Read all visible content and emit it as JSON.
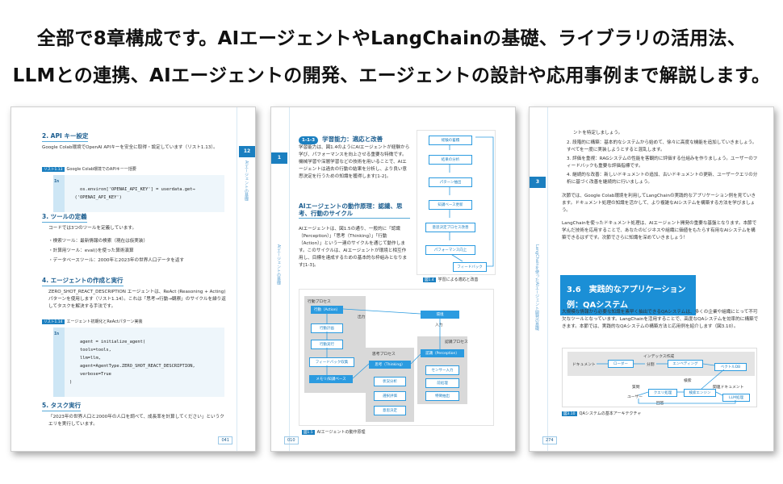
{
  "headline": {
    "line1": "全部で8章構成です。AIエージェントやLangChainの基礎、ライブラリの活用法、",
    "line2": "LLMとの連携、AIエージェントの開発、エージェントの設計や応用事例まで解説します。"
  },
  "page1": {
    "side_tab": "12",
    "side_text": "AIエージェントの基礎",
    "s2_title": "2. API キー設定",
    "s2_body": "Google Colab環境でOpenAI APIキーを安全に取得・設定しています（リスト1.13）。",
    "list13_tag": "リスト1.13",
    "list13_caption": "Google Colab環境でのAPIキー一括要",
    "in_label": "In",
    "code1": "os.environ['OPENAI_API_KEY'] = userdata.get→\n  ('OPENAI_API_KEY')",
    "s3_title": "3. ツールの定義",
    "s3_body": "コードでは3つのツールを定義しています。",
    "s3_items": [
      "・検索ツール：最新情報の検索（現在は仮実装）",
      "・計算用ツール：eval()を使った算術演算",
      "・データベースツール：2000年と2023年の世界人口データを返す"
    ],
    "s4_title": "4. エージェントの作成と実行",
    "s4_body": "ZERO_SHOT_REACT_DESCRIPTION エージェントは、ReAct (Reasoning + Acting) パターンを使用します（リスト1.14）。これは「思考→行動→観察」のサイクルを繰り返してタスクを解決する手法です。",
    "list14_tag": "リスト1.14",
    "list14_caption": "エージェント初期化とReActパターン実装",
    "code2": "agent = initialize_agent(\n    tools=tools,\n    llm=llm,\n    agent=AgentType.ZERO_SHOT_REACT_DESCRIPTION,\n    verbose=True\n)",
    "s5_title": "5. タスク実行",
    "s5_body": "「2023年の世界人口と2000年の人口を調べて、成長率を計算してください」というクエリを実行しています。",
    "page_number": "041"
  },
  "page2": {
    "side_tab": "1",
    "side_text": "AIエージェントの基礎",
    "heading_num": "1-1-3",
    "heading": "学習能力：適応と改善",
    "body1": "学習能力は、図1.4のようにAIエージェントが経験から学び、パフォーマンスを向上させる重要な特徴です。機械学習や深層学習などの技術を用いることで、AIエージェントは過去の行動の結果を分析し、より良い意思決定を行うための知識を獲得します[1-2]。",
    "subheading": "AIエージェントの動作原理：認識、思考、行動のサイクル",
    "body2": "AIエージェントは、図1.5の通り、一般的に「認識（Perception）」「思考（Thinking）」「行動（Action）」という一連のサイクルを通じて動作します。このサイクルは、AIエージェントが環境と相互作用し、目標を達成するための基本的な枠組みとなります[1-3]。",
    "fig4_caption_tag": "図1.4",
    "fig4_caption": "学習による適応と改善",
    "fig4_boxes": [
      "経験の蓄積",
      "結果の分析",
      "パターン抽出",
      "知識ベース更新",
      "意思決定プロセス改善",
      "パフォーマンス向上",
      "フィードバック"
    ],
    "fig5_caption_tag": "図1.5",
    "fig5_caption": "AIエージェントの動作原理",
    "fig5": {
      "action_group": "行動プロセス",
      "action_box": "行動（Action）",
      "action_items": [
        "行動計画",
        "行動実行",
        "フィードバック収集",
        "メモリ/知識ベース"
      ],
      "output_label": "出力",
      "env_box": "環境",
      "input_label": "入力",
      "perception_group": "認識プロセス",
      "perception_box": "認識（Perception）",
      "perception_items": [
        "センサー入力",
        "前処理",
        "特徴抽出"
      ],
      "thinking_group": "思考プロセス",
      "thinking_box": "思考（Thinking）",
      "thinking_items": [
        "状況分析",
        "選択評価",
        "意思決定"
      ]
    },
    "page_number": "010"
  },
  "page3": {
    "side_tab": "3",
    "side_text": "LangChainを使ったAIエージェント開発の基礎",
    "top_text": "ントを特定しましょう。",
    "items": [
      "2. 段階的に構築：基本的なシステムから始めて、徐々に高度な機能を追加していきましょう。すべてを一度に実装しようとすると混乱します。",
      "3. 評価を重視：RAGシステムの性能を客観的に評価する仕組みを作りましょう。ユーザーのフィードバックも重要な評価指標です。",
      "4. 継続的な改善：新しいドキュメントの追加、古いドキュメントの更新、ユーザークエリの分析に基づく改善を継続的に行いましょう。"
    ],
    "para1": "次節では、Google Colab環境を利用してLangChainの実践的なアプリケーション例を見ていきます。ドキュメント処理の知識を活かして、より複雑なAIシステムを構築する方法を学びましょう。",
    "para2": "LangChainを使ったドキュメント処理は、AIエージェント開発の重要な基盤となります。本節で学んだ技術を応用することで、あなたのビジネスや組織に価値をもたらす有用なAIシステムを構築できるはずです。次節でさらに知識を深めていきましょう！",
    "section_num": "3.6",
    "section_title": "実践的なアプリケーション例：QAシステム",
    "para3": "大規模な情報から必要な知識を素早く抽出できるQAシステムは、多くの企業や組織にとって不可欠なツールとなっています。LangChainを活用することで、高度なQAシステムを効率的に構築できます。本節では、実践的なQAシステムの構築方法と応用例を紹介します（図3.10）。",
    "fig_caption_tag": "図3.10",
    "fig_caption": "QAシステムの基本アーキテクチャ",
    "fig": {
      "index_label": "インデックス作成",
      "index_boxes": [
        "ドキュメント",
        "ローダー",
        "分割",
        "エンベディング",
        "ベクトルDB"
      ],
      "search_label": "検索",
      "related_label": "関連ドキュメント",
      "question_label": "質問",
      "answer_label": "回答",
      "query_boxes": [
        "ユーザー",
        "クエリ処理",
        "検索エンジン",
        "LLM処理"
      ]
    },
    "page_number": "274"
  }
}
